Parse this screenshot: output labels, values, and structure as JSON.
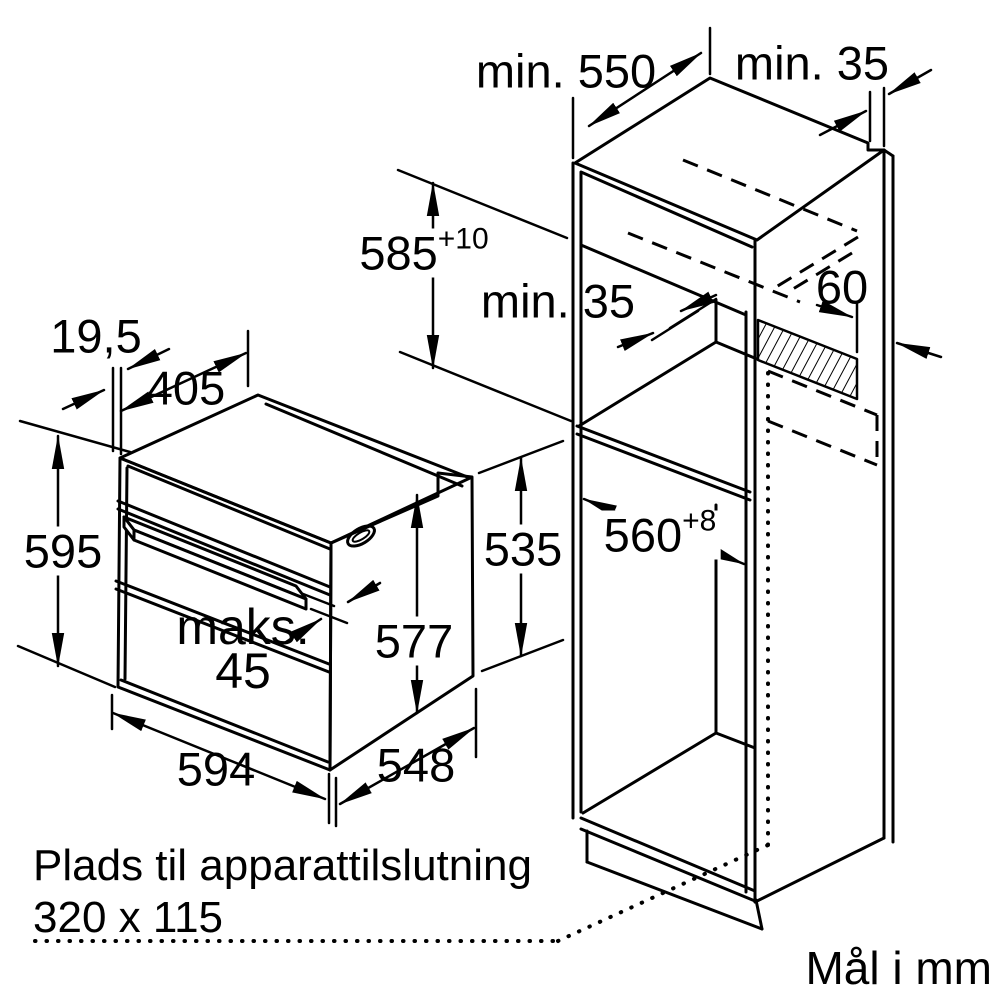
{
  "drawing": {
    "title_context": "Built-in oven installation drawing",
    "units_note": "Mål i mm",
    "connection_note_line1": "Plads til apparattilslutning",
    "connection_note_line2": "320 x 115",
    "line_color": "#000000",
    "background_color": "#ffffff",
    "dimensions": {
      "cabinet_top_depth": "min. 550",
      "wall_gap_top": "min. 35",
      "niche_height_value": "585",
      "niche_height_tolerance": "+10",
      "shelf_rear_gap": "min. 35",
      "vent_gap": "60",
      "niche_width_value": "560",
      "niche_width_tolerance": "+8",
      "front_overhang": "19,5",
      "top_setback": "405",
      "oven_height": "595",
      "rear_height": "535",
      "side_height": "577",
      "door_protrusion_word": "maks.",
      "door_protrusion_value": "45",
      "oven_width": "594",
      "oven_depth": "548"
    }
  }
}
